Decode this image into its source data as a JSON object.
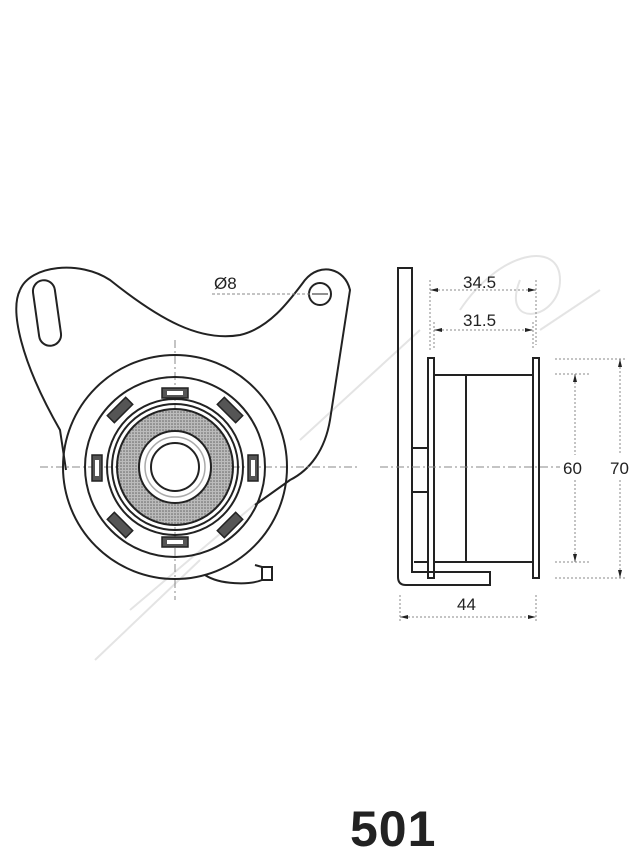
{
  "part_number": "501",
  "front_view": {
    "hole_diameter_label": "Ø8"
  },
  "side_view": {
    "dimensions": {
      "overall_width": "34.5",
      "inner_width": "31.5",
      "inner_diameter": "60",
      "outer_diameter": "70",
      "total_depth": "44"
    }
  },
  "watermark": "ASHIKA",
  "colors": {
    "line": "#222222",
    "hatch": "#888888",
    "dashed": "#777777",
    "watermark": "#e6e6e6"
  }
}
